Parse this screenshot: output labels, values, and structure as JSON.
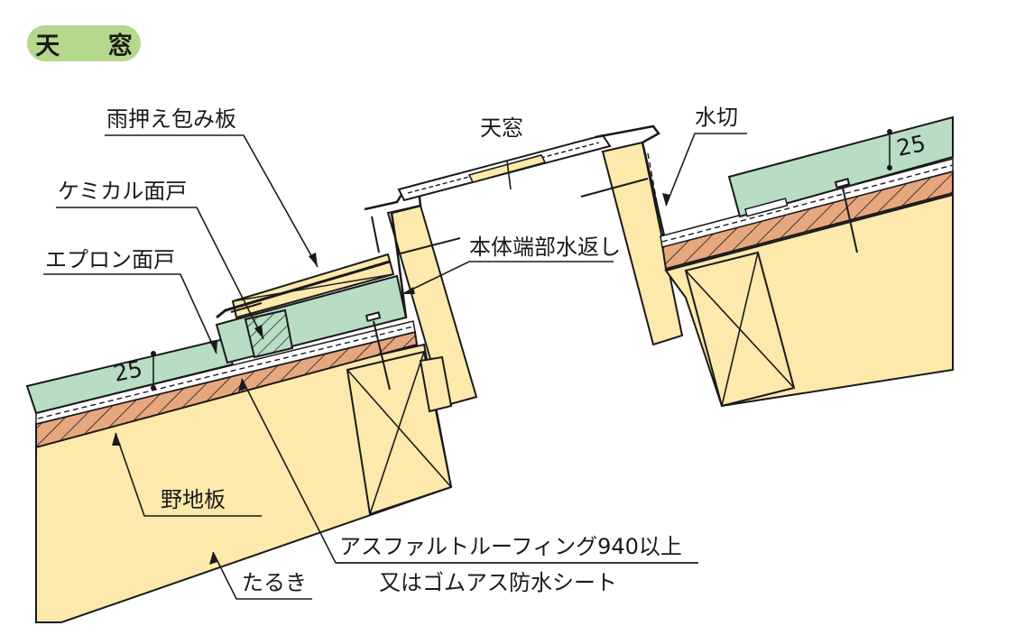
{
  "title": "天 窓",
  "labels": {
    "rain_cover": "雨押え包み板",
    "skylight": "天窓",
    "flashing": "水切",
    "chemical_face": "ケミカル面戸",
    "apron_face": "エプロン面戸",
    "body_edge": "本体端部水返し",
    "sheathing": "野地板",
    "rafter": "たるき",
    "underlay_line1": "アスファルトルーフィング940以上",
    "underlay_line2": "又はゴムアス防水シート"
  },
  "dimensions": {
    "left_thickness": "25",
    "right_thickness": "25"
  },
  "colors": {
    "wood": "#fce9ab",
    "insulation": "#b8ddc2",
    "sheathing": "#e7a77e",
    "badge": "#b5d88c",
    "line": "#1a1a1a"
  }
}
